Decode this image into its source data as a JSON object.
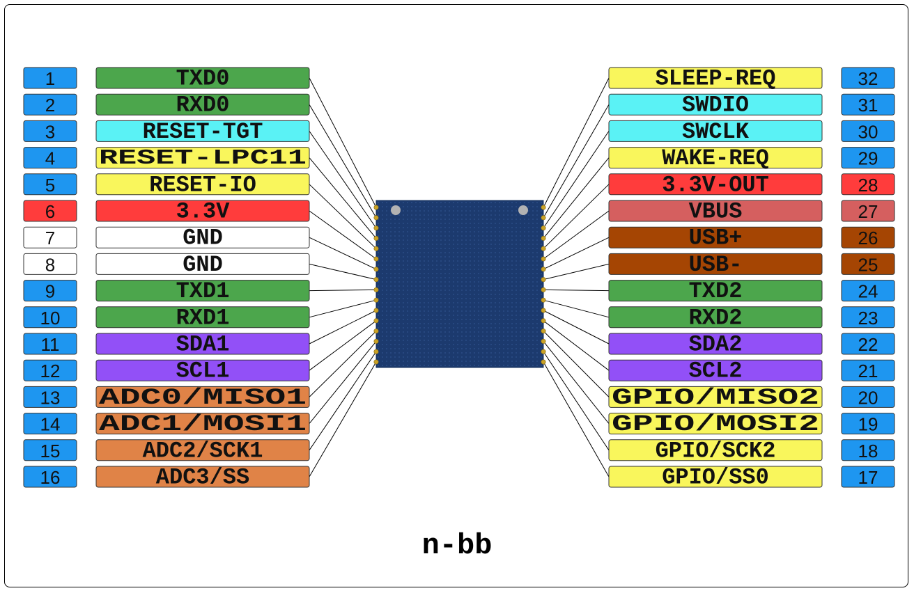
{
  "title": "n-bb",
  "colors": {
    "number_box": "#1e96f0",
    "chip": "#1c3a6e",
    "pad": "#c9a227",
    "mount_hole": "#b3b3b3"
  },
  "pins": [
    {
      "num": "1",
      "label": "TXD0",
      "label_color": "#4ca64c",
      "num_color": "#1e96f0"
    },
    {
      "num": "2",
      "label": "RXD0",
      "label_color": "#4ca64c",
      "num_color": "#1e96f0"
    },
    {
      "num": "3",
      "label": "RESET-TGT",
      "label_color": "#5af2f5",
      "num_color": "#1e96f0"
    },
    {
      "num": "4",
      "label": "RESET-LPC11",
      "label_color": "#f9f65c",
      "num_color": "#1e96f0"
    },
    {
      "num": "5",
      "label": "RESET-IO",
      "label_color": "#f9f65c",
      "num_color": "#1e96f0"
    },
    {
      "num": "6",
      "label": "3.3V",
      "label_color": "#ff3c3c",
      "num_color": "#ff3c3c"
    },
    {
      "num": "7",
      "label": "GND",
      "label_color": "#ffffff",
      "num_color": "#ffffff"
    },
    {
      "num": "8",
      "label": "GND",
      "label_color": "#ffffff",
      "num_color": "#ffffff"
    },
    {
      "num": "9",
      "label": "TXD1",
      "label_color": "#4ca64c",
      "num_color": "#1e96f0"
    },
    {
      "num": "10",
      "label": "RXD1",
      "label_color": "#4ca64c",
      "num_color": "#1e96f0"
    },
    {
      "num": "11",
      "label": "SDA1",
      "label_color": "#9250f7",
      "num_color": "#1e96f0"
    },
    {
      "num": "12",
      "label": "SCL1",
      "label_color": "#9250f7",
      "num_color": "#1e96f0"
    },
    {
      "num": "13",
      "label": "ADC0/MISO1",
      "label_color": "#e08347",
      "num_color": "#1e96f0"
    },
    {
      "num": "14",
      "label": "ADC1/MOSI1",
      "label_color": "#e08347",
      "num_color": "#1e96f0"
    },
    {
      "num": "15",
      "label": "ADC2/SCK1",
      "label_color": "#e08347",
      "num_color": "#1e96f0"
    },
    {
      "num": "16",
      "label": "ADC3/SS",
      "label_color": "#e08347",
      "num_color": "#1e96f0"
    },
    {
      "num": "17",
      "label": "GPIO/SS0",
      "label_color": "#f9f65c",
      "num_color": "#1e96f0"
    },
    {
      "num": "18",
      "label": "GPIO/SCK2",
      "label_color": "#f9f65c",
      "num_color": "#1e96f0"
    },
    {
      "num": "19",
      "label": "GPIO/MOSI2",
      "label_color": "#f9f65c",
      "num_color": "#1e96f0"
    },
    {
      "num": "20",
      "label": "GPIO/MISO2",
      "label_color": "#f9f65c",
      "num_color": "#1e96f0"
    },
    {
      "num": "21",
      "label": "SCL2",
      "label_color": "#9250f7",
      "num_color": "#1e96f0"
    },
    {
      "num": "22",
      "label": "SDA2",
      "label_color": "#9250f7",
      "num_color": "#1e96f0"
    },
    {
      "num": "23",
      "label": "RXD2",
      "label_color": "#4ca64c",
      "num_color": "#1e96f0"
    },
    {
      "num": "24",
      "label": "TXD2",
      "label_color": "#4ca64c",
      "num_color": "#1e96f0"
    },
    {
      "num": "25",
      "label": "USB-",
      "label_color": "#a54503",
      "num_color": "#a54503"
    },
    {
      "num": "26",
      "label": "USB+",
      "label_color": "#a54503",
      "num_color": "#a54503"
    },
    {
      "num": "27",
      "label": "VBUS",
      "label_color": "#d55f5f",
      "num_color": "#d55f5f"
    },
    {
      "num": "28",
      "label": "3.3V-OUT",
      "label_color": "#ff3c3c",
      "num_color": "#ff3c3c"
    },
    {
      "num": "29",
      "label": "WAKE-REQ",
      "label_color": "#f9f65c",
      "num_color": "#1e96f0"
    },
    {
      "num": "30",
      "label": "SWCLK",
      "label_color": "#5af2f5",
      "num_color": "#1e96f0"
    },
    {
      "num": "31",
      "label": "SWDIO",
      "label_color": "#5af2f5",
      "num_color": "#1e96f0"
    },
    {
      "num": "32",
      "label": "SLEEP-REQ",
      "label_color": "#f9f65c",
      "num_color": "#1e96f0"
    }
  ]
}
